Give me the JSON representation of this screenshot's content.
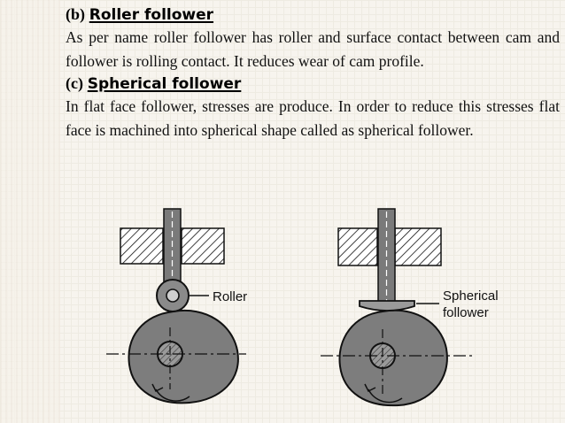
{
  "sections": [
    {
      "tag": "(b)",
      "title": "Roller follower",
      "body": "As per name roller follower has roller and surface contact between cam and follower is rolling contact. It reduces wear of cam profile."
    },
    {
      "tag": "(c)",
      "title": "Spherical follower",
      "body": "In flat face follower, stresses are produce. In order to reduce this stresses flat face is machined into spherical shape called as spherical follower."
    }
  ],
  "figures": {
    "roller_label": "Roller",
    "spherical_label_line1": "Spherical",
    "spherical_label_line2": "follower"
  }
}
